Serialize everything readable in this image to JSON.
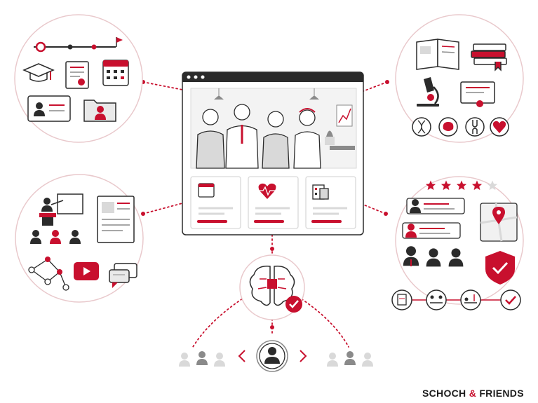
{
  "brand": {
    "name_left": "SCHOCH",
    "ampersand": "&",
    "name_right": "FRIENDS"
  },
  "colors": {
    "accent": "#c8102e",
    "ink": "#2b2b2b",
    "gray": "#8a8a8a",
    "light_gray": "#d9d9d9"
  },
  "hub": {
    "type": "website-window",
    "hero": "medical-team-illustration",
    "cards": [
      {
        "icon": "calendar-icon"
      },
      {
        "icon": "heart-pulse-icon"
      },
      {
        "icon": "hospital-building-icon"
      }
    ]
  },
  "nodes": [
    {
      "id": "career",
      "icons": [
        "timeline-icon",
        "graduation-cap-icon",
        "certificate-icon",
        "calendar-icon",
        "profile-card-icon",
        "folder-user-icon"
      ]
    },
    {
      "id": "research",
      "icons": [
        "open-book-icon",
        "book-stack-icon",
        "microscope-icon",
        "diploma-icon",
        "dna-icon",
        "brain-icon",
        "joint-icon",
        "heart-pulse-icon"
      ]
    },
    {
      "id": "education",
      "icons": [
        "presenter-icon",
        "audience-icon",
        "article-icon",
        "network-icon",
        "video-play-icon",
        "chat-icon"
      ]
    },
    {
      "id": "reviews",
      "rating": 4,
      "rating_max": 5,
      "icons": [
        "review-card-icon",
        "map-pin-icon",
        "doctor-team-icon",
        "shield-check-icon",
        "clipboard-icon",
        "consultation-icon",
        "treatment-bed-icon",
        "checkmark-icon"
      ]
    },
    {
      "id": "ai-matching",
      "icons": [
        "ai-brain-chip-icon",
        "check-badge-icon",
        "user-profile-icon",
        "chevron-left-icon",
        "chevron-right-icon",
        "user-group-icon"
      ]
    }
  ]
}
